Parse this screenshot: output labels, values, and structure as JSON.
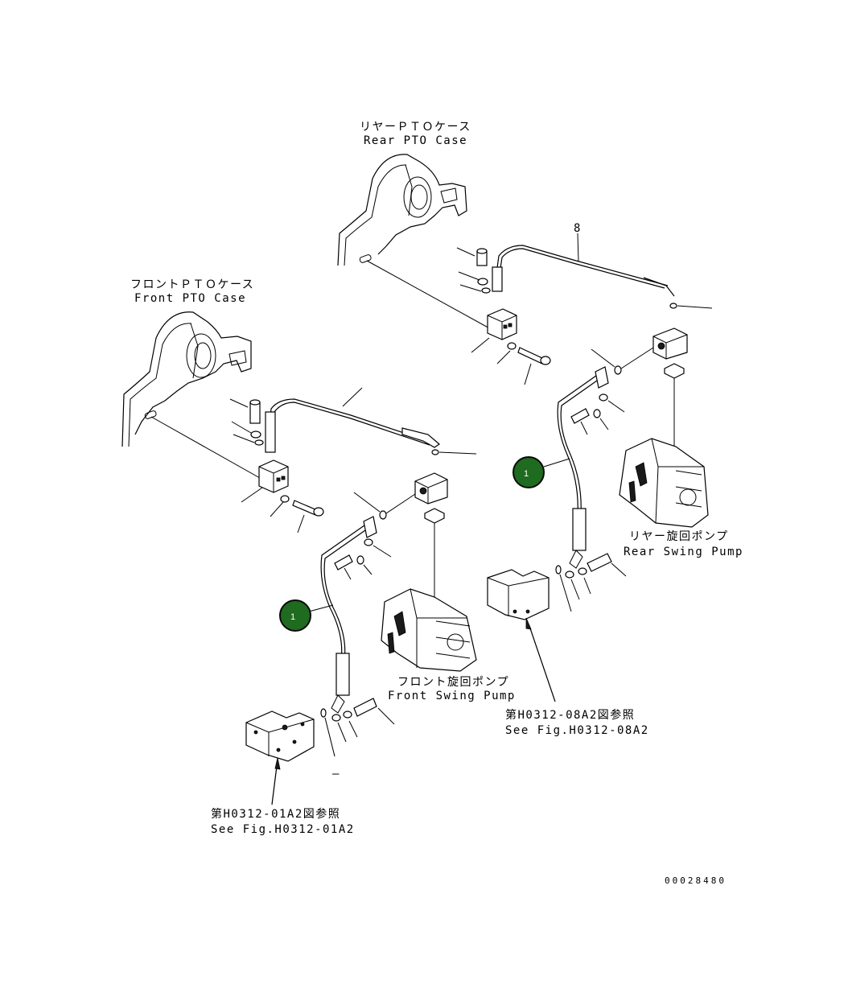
{
  "labels": {
    "rear_case_jp": "リヤーＰＴＯケース",
    "rear_case_en": "Rear PTO Case",
    "front_case_jp": "フロントＰＴＯケース",
    "front_case_en": "Front PTO Case",
    "rear_pump_jp": "リヤー旋回ポンプ",
    "rear_pump_en": "Rear Swing Pump",
    "front_pump_jp": "フロント旋回ポンプ",
    "front_pump_en": "Front Swing Pump",
    "ref_rear_jp": "第H0312-08A2図参照",
    "ref_rear_en": "See Fig.H0312-08A2",
    "ref_front_jp": "第H0312-01A2図参照",
    "ref_front_en": "See Fig.H0312-01A2",
    "part_8": "8",
    "dash": "–",
    "drawing_number": "00028480"
  },
  "callouts": [
    {
      "number": "1",
      "color": "#1f6b1f"
    },
    {
      "number": "1",
      "color": "#1f6b1f"
    }
  ],
  "colors": {
    "line": "#000000",
    "badge_fill": "#1f6b1f",
    "badge_stroke": "#0a0a0a"
  }
}
